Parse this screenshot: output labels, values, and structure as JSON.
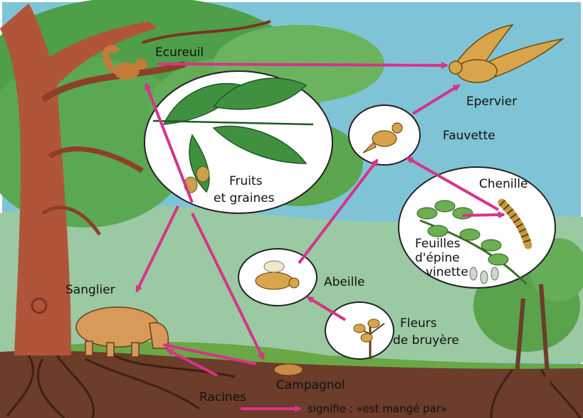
{
  "diagram": {
    "organisms": {
      "ecureuil": "Ecureuil",
      "epervier": "Epervier",
      "fauvette": "Fauvette",
      "chenille": "Chenille",
      "fruits_line1": "Fruits",
      "fruits_line2": "et graines",
      "feuilles_line1": "Feuilles",
      "feuilles_line2": "d'épine",
      "feuilles_line3": "vinette",
      "abeille": "Abeille",
      "sanglier": "Sanglier",
      "fleurs_line1": "Fleurs",
      "fleurs_line2": "de bruyère",
      "racines": "Racines",
      "campagnol": "Campagnol"
    },
    "legend": {
      "text": "signifie : «est mangé par»"
    },
    "colors": {
      "arrow": "#d6338a",
      "sky": "#7fc4d6",
      "trunk": "#b0553a",
      "foliage": "#4f9e4a",
      "ground": "#6b3d2a"
    }
  }
}
